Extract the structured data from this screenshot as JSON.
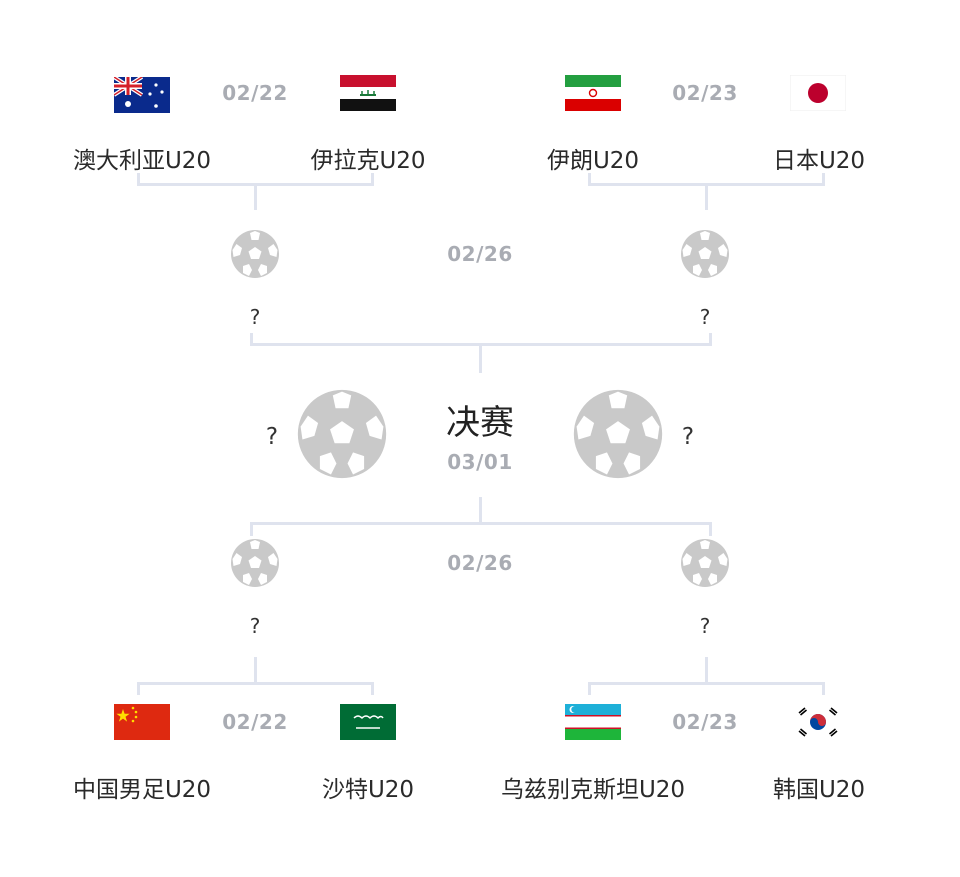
{
  "top_left": {
    "team_a": "澳大利亚U20",
    "team_b": "伊拉克U20",
    "date": "02/22",
    "team_a_flag": "australia-flag",
    "team_b_flag": "iraq-flag"
  },
  "top_right": {
    "team_a": "伊朗U20",
    "team_b": "日本U20",
    "date": "02/23",
    "team_a_flag": "iran-flag",
    "team_b_flag": "japan-flag"
  },
  "semi_top": {
    "date": "02/26",
    "left": "?",
    "right": "?"
  },
  "final": {
    "title": "决赛",
    "date": "03/01",
    "left": "?",
    "right": "?"
  },
  "semi_bottom": {
    "date": "02/26",
    "left": "?",
    "right": "?"
  },
  "bottom_left": {
    "team_a": "中国男足U20",
    "team_b": "沙特U20",
    "date": "02/22",
    "team_a_flag": "china-flag",
    "team_b_flag": "saudi-arabia-flag"
  },
  "bottom_right": {
    "team_a": "乌兹别克斯坦U20",
    "team_b": "韩国U20",
    "date": "02/23",
    "team_a_flag": "uzbekistan-flag",
    "team_b_flag": "south-korea-flag"
  },
  "colors": {
    "connector": "#dfe3ee",
    "ball": "#c8c8c8",
    "date": "#a9acb3"
  }
}
